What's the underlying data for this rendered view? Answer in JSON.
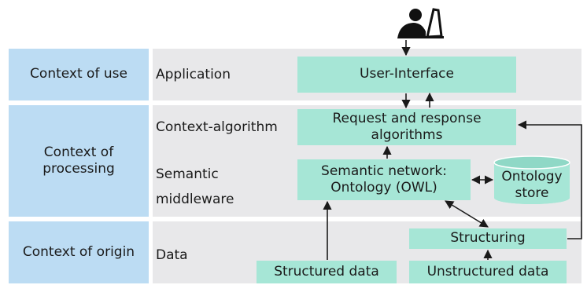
{
  "context_labels": {
    "use": "Context of use",
    "processing": "Context of\nprocessing",
    "origin": "Context of origin"
  },
  "layer_labels": {
    "application": "Application",
    "algorithm": "Context-algorithm",
    "middleware": "Semantic\nmiddleware",
    "data": "Data"
  },
  "boxes": {
    "ui": "User-Interface",
    "request": "Request and response\nalgorithms",
    "semantic": "Semantic network:\nOntology (OWL)",
    "ontology_store": "Ontology\nstore",
    "structuring": "Structuring",
    "structured_data": "Structured data",
    "unstructured_data": "Unstructured data"
  },
  "icons": {
    "user": "user-at-computer-icon"
  },
  "colors": {
    "context_fill": "#bcdcf3",
    "box_fill": "#a6e6d6",
    "band_fill": "#e8e8ea"
  }
}
